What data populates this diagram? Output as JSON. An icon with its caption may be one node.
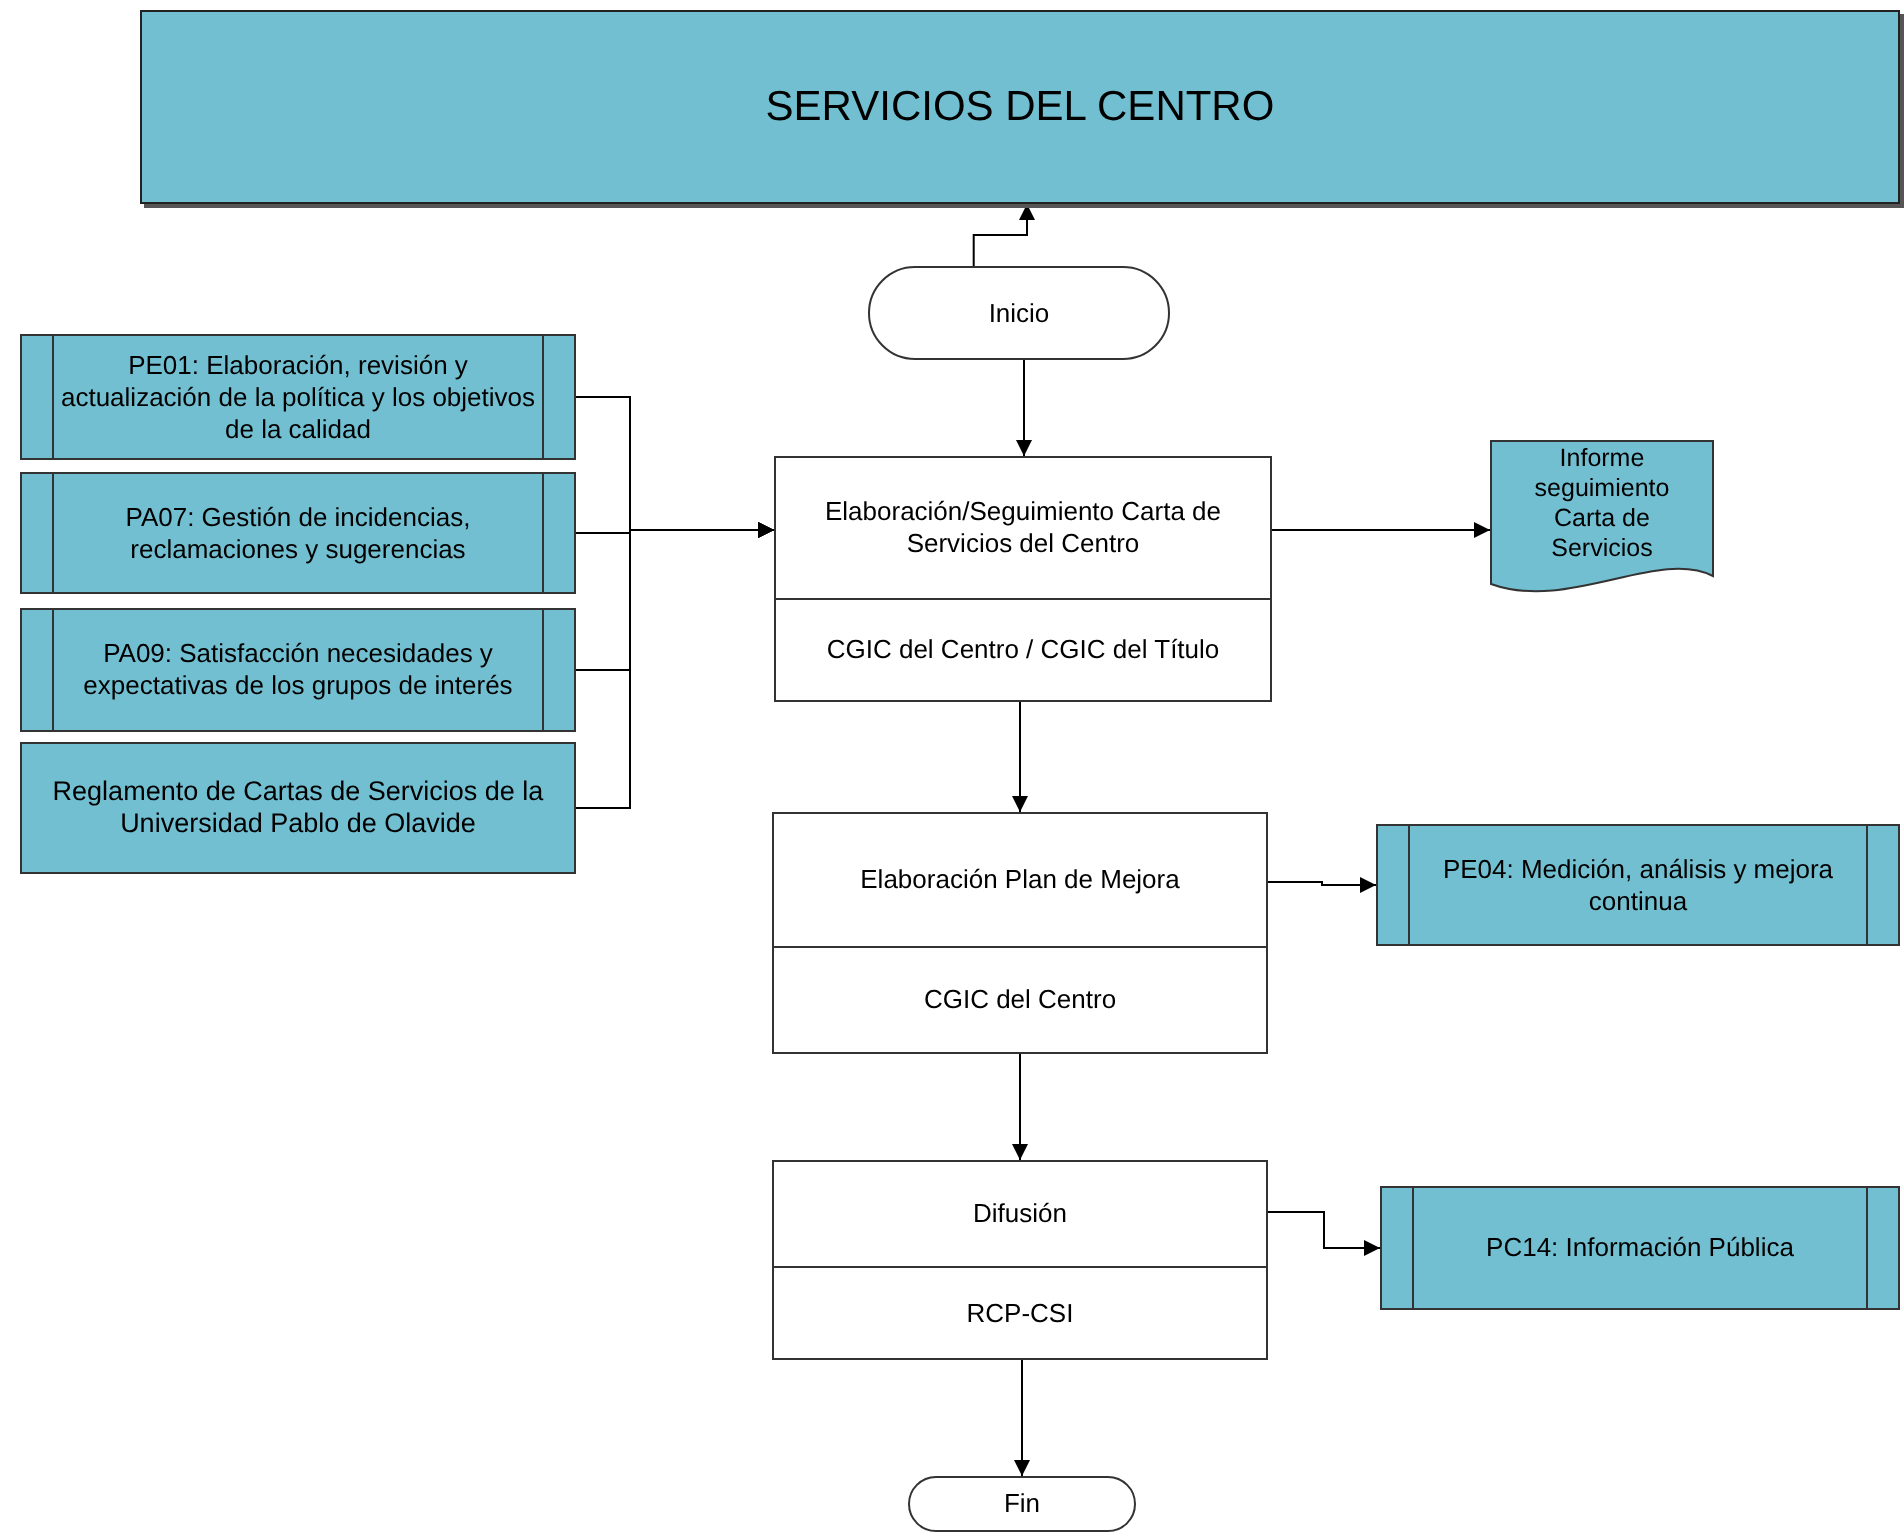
{
  "diagram": {
    "nodes": [
      {
        "text": [
          "SERVICIOS DEL CENTRO"
        ]
      },
      {
        "text": [
          "Inicio"
        ]
      },
      {
        "text": [
          "PE01: Elaboración, revisión y actualización de la política y los objetivos de la calidad"
        ]
      },
      {
        "text": [
          "PA07: Gestión de incidencias, reclamaciones y sugerencias"
        ]
      },
      {
        "text": [
          "PA09: Satisfacción necesidades y expectativas de los grupos de interés"
        ]
      },
      {
        "text": [
          "Reglamento de Cartas de Servicios de la Universidad Pablo de Olavide"
        ]
      },
      {
        "text": [
          "Elaboración/Seguimiento Carta de Servicios del Centro",
          "CGIC del Centro / CGIC del Título"
        ]
      },
      {
        "text": [
          "Informe seguimiento Carta de Servicios"
        ]
      },
      {
        "text": [
          "Elaboración Plan de Mejora",
          "CGIC del Centro"
        ]
      },
      {
        "text": [
          "PE04: Medición, análisis y mejora continua"
        ]
      },
      {
        "text": [
          "Difusión",
          "RCP-CSI"
        ]
      },
      {
        "text": [
          "PC14: Información Pública"
        ]
      },
      {
        "text": [
          "Fin"
        ]
      }
    ],
    "edges": [
      {
        "from": 1,
        "to": 0,
        "arrow": "to"
      },
      {
        "from": 1,
        "to": 6,
        "arrow": "to"
      },
      {
        "from": 2,
        "to": 6,
        "arrow": "to"
      },
      {
        "from": 3,
        "to": 6,
        "arrow": "to"
      },
      {
        "from": 4,
        "to": 6,
        "arrow": "to"
      },
      {
        "from": 5,
        "to": 6,
        "arrow": "to"
      },
      {
        "from": 6,
        "to": 7,
        "arrow": "to"
      },
      {
        "from": 6,
        "to": 8,
        "arrow": "to"
      },
      {
        "from": 8,
        "to": 9,
        "arrow": "to"
      },
      {
        "from": 8,
        "to": 10,
        "arrow": "to"
      },
      {
        "from": 10,
        "to": 11,
        "arrow": "to"
      },
      {
        "from": 10,
        "to": 12,
        "arrow": "to"
      }
    ]
  }
}
